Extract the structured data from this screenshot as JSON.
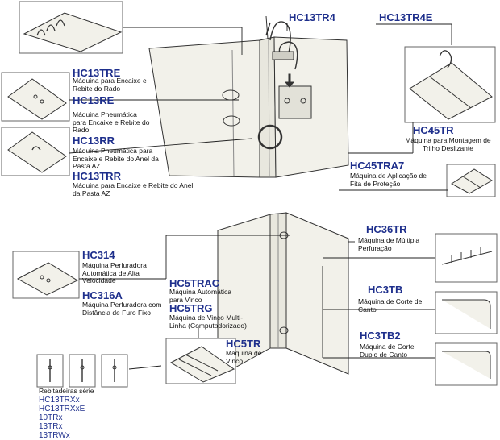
{
  "labels": {
    "hc13tr4": {
      "code": "HC13TR4"
    },
    "hc13tr4e": {
      "code": "HC13TR4E"
    },
    "hc13tre": {
      "code": "HC13TRE",
      "desc": "Máquina para Encaixe e Rebite do Rado"
    },
    "hc13re": {
      "code": "HC13RE",
      "desc": "Máquina Pneumática para Encaixe e Rebite do Rado"
    },
    "hc13rr": {
      "code": "HC13RR",
      "desc": "Máquina Pneumática para Encaixe e Rebite do Anel da Pasta AZ"
    },
    "hc13trr": {
      "code": "HC13TRR",
      "desc": "Máquina para Encaixe e Rebite do Anel da Pasta AZ"
    },
    "hc45tr": {
      "code": "HC45TR",
      "desc": "Máquina para Montagem de Trilho Deslizante"
    },
    "hc45tra7": {
      "code": "HC45TRA7",
      "desc": "Máquina de Aplicação de Fita de Proteção"
    },
    "hc314": {
      "code": "HC314",
      "desc": "Máquina Perfuradora Automática de Alta Velocidade"
    },
    "hc316a": {
      "code": "HC316A",
      "desc": "Máquina Perfuradora com Distância de Furo Fixo"
    },
    "hc5trac": {
      "code": "HC5TRAC",
      "desc": "Máquina Automática para Vinco"
    },
    "hc5trg": {
      "code": "HC5TRG",
      "desc": "Máquina de Vinco Multi-Linha (Computadorizado)"
    },
    "hc5tr": {
      "code": "HC5TR",
      "desc": "Máquina de Vinco"
    },
    "hc36tr": {
      "code": "HC36TR",
      "desc": "Máquina de Múltipla Perfuração"
    },
    "hc3tb": {
      "code": "HC3TB",
      "desc": "Máquina de Corte de Canto"
    },
    "hc3tb2": {
      "code": "HC3TB2",
      "desc": "Máquina de Corte Duplo de Canto"
    }
  },
  "series": {
    "header": "Rebitadeiras série",
    "items": [
      "HC13TRXx",
      "HC13TRXxE",
      "10TRx",
      "13TRx",
      "13TRWx"
    ]
  },
  "colors": {
    "code_text": "#1e2f8c",
    "line": "#333333",
    "paper": "#f4f3ec"
  }
}
